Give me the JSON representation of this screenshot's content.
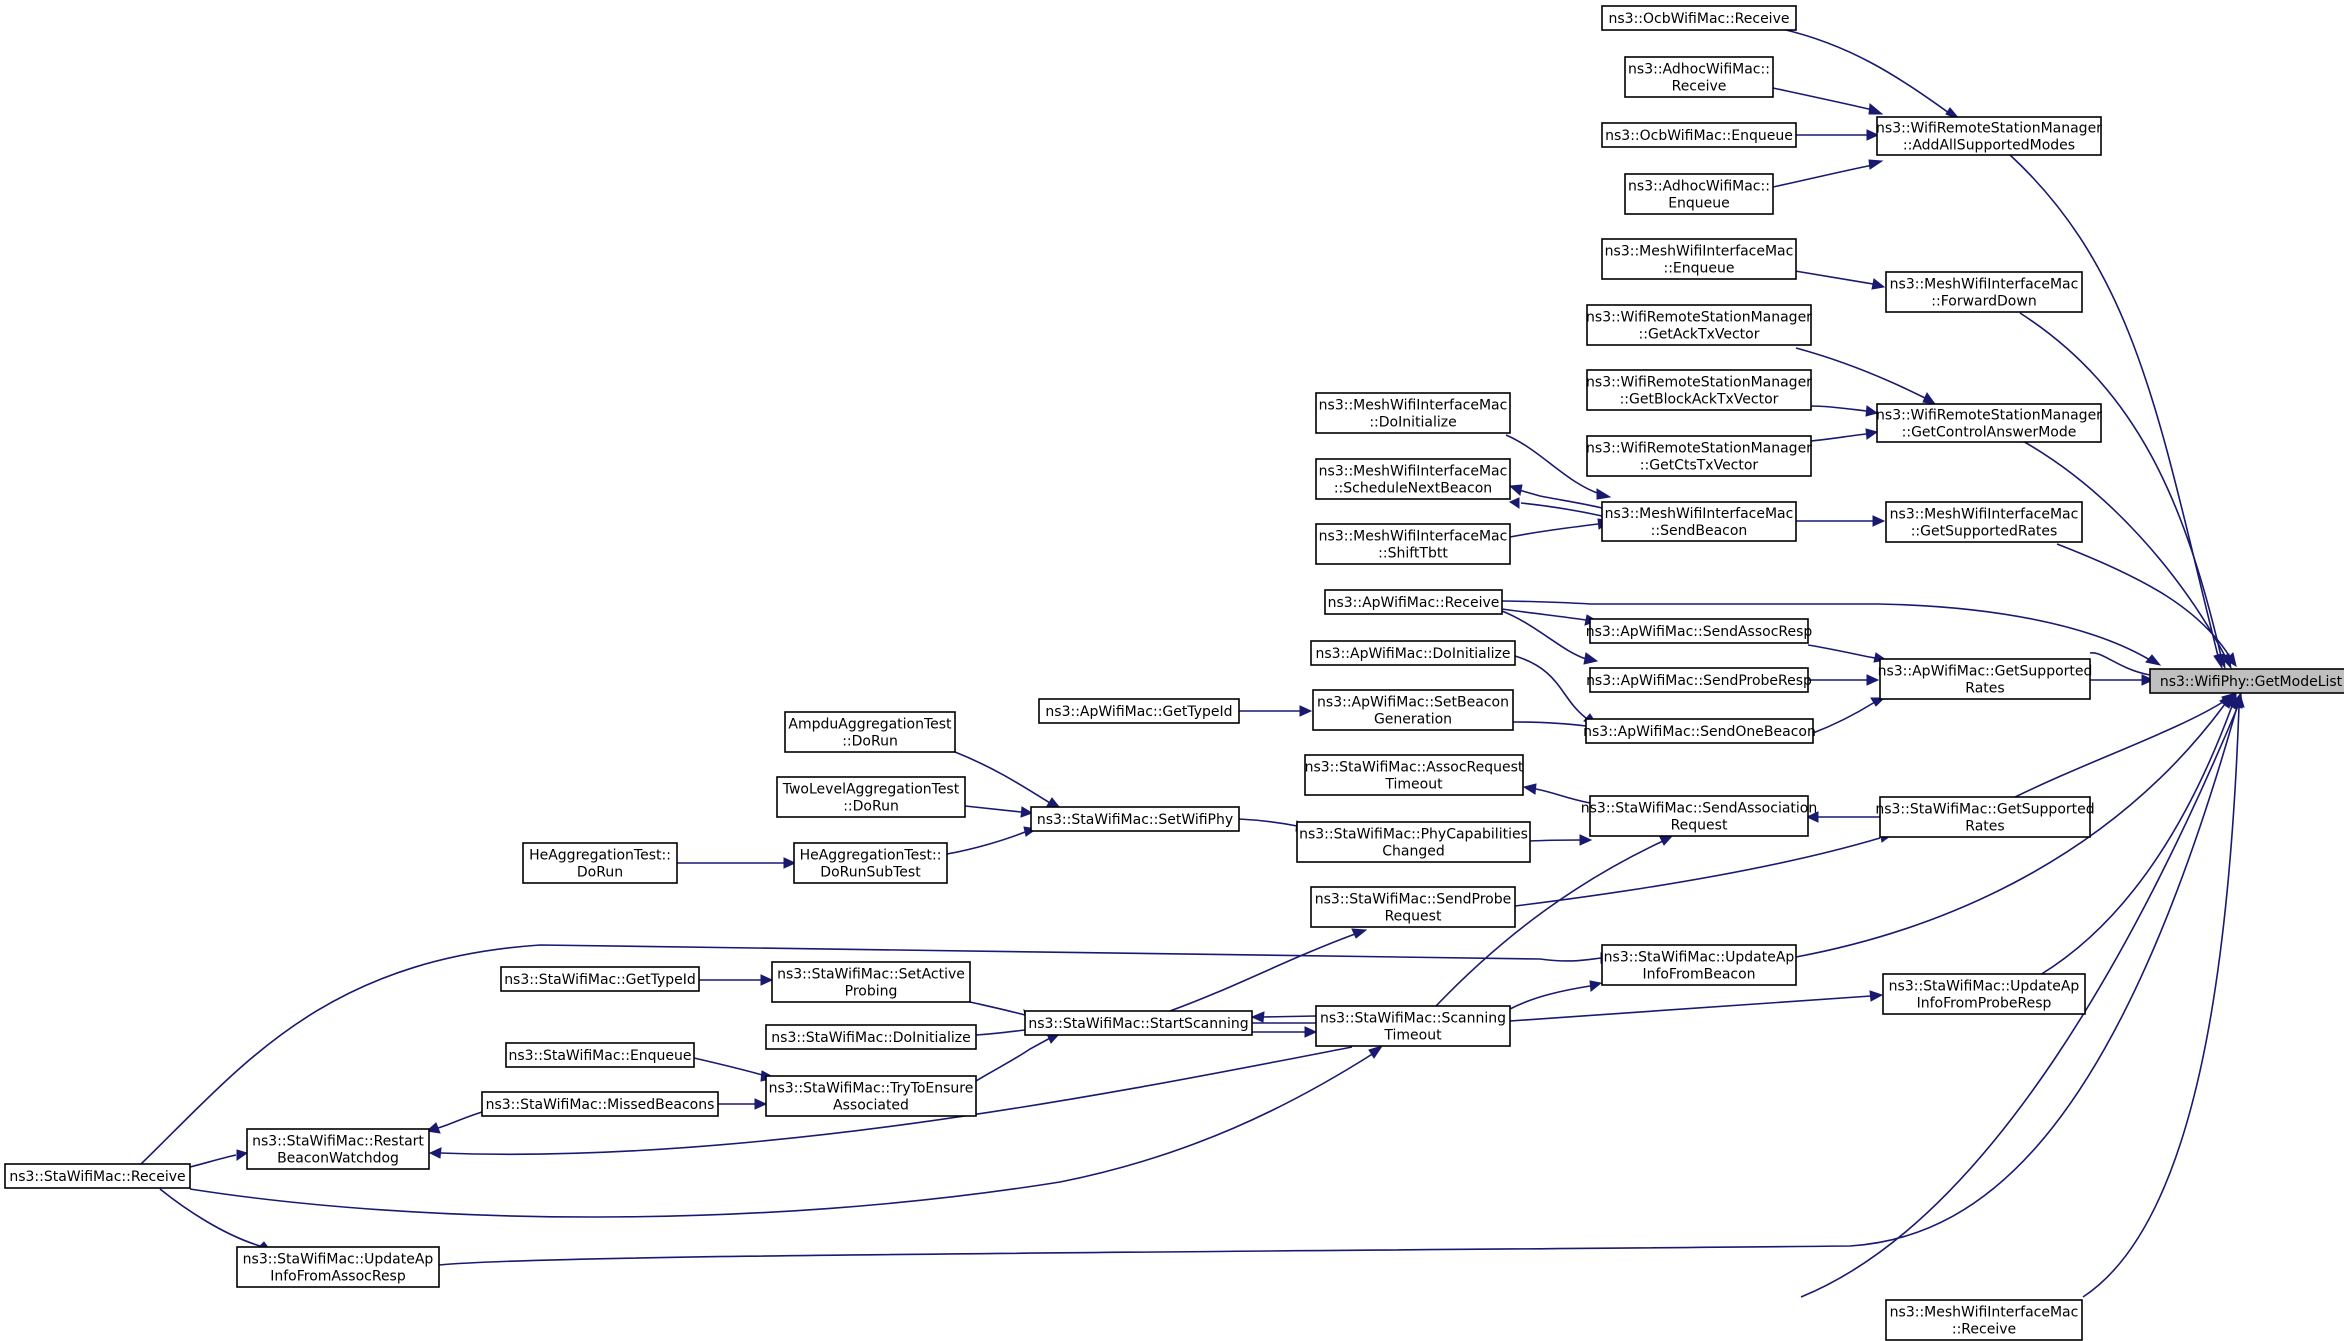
{
  "graph": {
    "root": "ns3::WifiPhy::GetModeList",
    "colors": {
      "edge": "#191970",
      "root_fill": "#bfbfbf",
      "node_fill": "#ffffff"
    },
    "nodes": [
      {
        "id": "root",
        "lines": [
          "ns3::WifiPhy::GetModeList"
        ]
      },
      {
        "id": "ocb_recv",
        "lines": [
          "ns3::OcbWifiMac::Receive"
        ]
      },
      {
        "id": "adhoc_recv",
        "lines": [
          "ns3::AdhocWifiMac::",
          "Receive"
        ]
      },
      {
        "id": "ocb_enq",
        "lines": [
          "ns3::OcbWifiMac::Enqueue"
        ]
      },
      {
        "id": "adhoc_enq",
        "lines": [
          "ns3::AdhocWifiMac::",
          "Enqueue"
        ]
      },
      {
        "id": "wrsm_add",
        "lines": [
          "ns3::WifiRemoteStationManager",
          "::AddAllSupportedModes"
        ]
      },
      {
        "id": "mesh_enq",
        "lines": [
          "ns3::MeshWifiInterfaceMac",
          "::Enqueue"
        ]
      },
      {
        "id": "mesh_fwd",
        "lines": [
          "ns3::MeshWifiInterfaceMac",
          "::ForwardDown"
        ]
      },
      {
        "id": "wrsm_ack",
        "lines": [
          "ns3::WifiRemoteStationManager",
          "::GetAckTxVector"
        ]
      },
      {
        "id": "wrsm_back",
        "lines": [
          "ns3::WifiRemoteStationManager",
          "::GetBlockAckTxVector"
        ]
      },
      {
        "id": "wrsm_cts",
        "lines": [
          "ns3::WifiRemoteStationManager",
          "::GetCtsTxVector"
        ]
      },
      {
        "id": "wrsm_ctrl",
        "lines": [
          "ns3::WifiRemoteStationManager",
          "::GetControlAnswerMode"
        ]
      },
      {
        "id": "mesh_init",
        "lines": [
          "ns3::MeshWifiInterfaceMac",
          "::DoInitialize"
        ]
      },
      {
        "id": "mesh_sched",
        "lines": [
          "ns3::MeshWifiInterfaceMac",
          "::ScheduleNextBeacon"
        ]
      },
      {
        "id": "mesh_shift",
        "lines": [
          "ns3::MeshWifiInterfaceMac",
          "::ShiftTbtt"
        ]
      },
      {
        "id": "mesh_send",
        "lines": [
          "ns3::MeshWifiInterfaceMac",
          "::SendBeacon"
        ]
      },
      {
        "id": "mesh_gsr",
        "lines": [
          "ns3::MeshWifiInterfaceMac",
          "::GetSupportedRates"
        ]
      },
      {
        "id": "ap_recv",
        "lines": [
          "ns3::ApWifiMac::Receive"
        ]
      },
      {
        "id": "ap_assoc",
        "lines": [
          "ns3::ApWifiMac::SendAssocResp"
        ]
      },
      {
        "id": "ap_probe",
        "lines": [
          "ns3::ApWifiMac::SendProbeResp"
        ]
      },
      {
        "id": "ap_init",
        "lines": [
          "ns3::ApWifiMac::DoInitialize"
        ]
      },
      {
        "id": "ap_gsr",
        "lines": [
          "ns3::ApWifiMac::GetSupported",
          "Rates"
        ]
      },
      {
        "id": "ap_typeid",
        "lines": [
          "ns3::ApWifiMac::GetTypeId"
        ]
      },
      {
        "id": "ap_setbeacon",
        "lines": [
          "ns3::ApWifiMac::SetBeacon",
          "Generation"
        ]
      },
      {
        "id": "ap_onebeacon",
        "lines": [
          "ns3::ApWifiMac::SendOneBeacon"
        ]
      },
      {
        "id": "ampdu",
        "lines": [
          "AmpduAggregationTest",
          "::DoRun"
        ]
      },
      {
        "id": "twolevel",
        "lines": [
          "TwoLevelAggregationTest",
          "::DoRun"
        ]
      },
      {
        "id": "he_run",
        "lines": [
          "HeAggregationTest::",
          "DoRun"
        ]
      },
      {
        "id": "he_sub",
        "lines": [
          "HeAggregationTest::",
          "DoRunSubTest"
        ]
      },
      {
        "id": "sta_setphy",
        "lines": [
          "ns3::StaWifiMac::SetWifiPhy"
        ]
      },
      {
        "id": "sta_art",
        "lines": [
          "ns3::StaWifiMac::AssocRequest",
          "Timeout"
        ]
      },
      {
        "id": "sta_phycap",
        "lines": [
          "ns3::StaWifiMac::PhyCapabilities",
          "Changed"
        ]
      },
      {
        "id": "sta_sendassoc",
        "lines": [
          "ns3::StaWifiMac::SendAssociation",
          "Request"
        ]
      },
      {
        "id": "sta_gsr",
        "lines": [
          "ns3::StaWifiMac::GetSupported",
          "Rates"
        ]
      },
      {
        "id": "sta_sendprobe",
        "lines": [
          "ns3::StaWifiMac::SendProbe",
          "Request"
        ]
      },
      {
        "id": "sta_uab",
        "lines": [
          "ns3::StaWifiMac::UpdateAp",
          "InfoFromBeacon"
        ]
      },
      {
        "id": "sta_typeid",
        "lines": [
          "ns3::StaWifiMac::GetTypeId"
        ]
      },
      {
        "id": "sta_setactive",
        "lines": [
          "ns3::StaWifiMac::SetActive",
          "Probing"
        ]
      },
      {
        "id": "sta_doinit",
        "lines": [
          "ns3::StaWifiMac::DoInitialize"
        ]
      },
      {
        "id": "sta_startscan",
        "lines": [
          "ns3::StaWifiMac::StartScanning"
        ]
      },
      {
        "id": "sta_scantimeout",
        "lines": [
          "ns3::StaWifiMac::Scanning",
          "Timeout"
        ]
      },
      {
        "id": "sta_uapr",
        "lines": [
          "ns3::StaWifiMac::UpdateAp",
          "InfoFromProbeResp"
        ]
      },
      {
        "id": "sta_enq",
        "lines": [
          "ns3::StaWifiMac::Enqueue"
        ]
      },
      {
        "id": "sta_tryassoc",
        "lines": [
          "ns3::StaWifiMac::TryToEnsure",
          "Associated"
        ]
      },
      {
        "id": "sta_missed",
        "lines": [
          "ns3::StaWifiMac::MissedBeacons"
        ]
      },
      {
        "id": "sta_restart",
        "lines": [
          "ns3::StaWifiMac::Restart",
          "BeaconWatchdog"
        ]
      },
      {
        "id": "sta_recv",
        "lines": [
          "ns3::StaWifiMac::Receive"
        ]
      },
      {
        "id": "sta_uaar",
        "lines": [
          "ns3::StaWifiMac::UpdateAp",
          "InfoFromAssocResp"
        ]
      },
      {
        "id": "mesh_recv",
        "lines": [
          "ns3::MeshWifiInterfaceMac",
          "::Receive"
        ]
      }
    ]
  }
}
